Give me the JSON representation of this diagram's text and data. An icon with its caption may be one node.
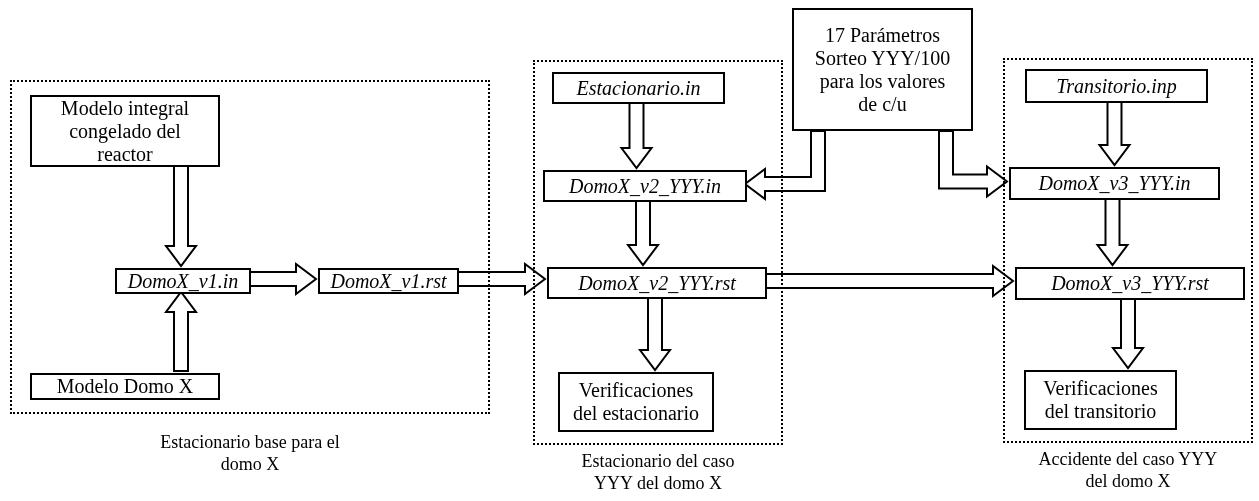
{
  "diagram": {
    "nodes": [
      {
        "text": [
          "Estacionario base para el domo X"
        ]
      },
      {
        "text": [
          "Modelo integral congelado del reactor"
        ],
        "in": 0
      },
      {
        "text": [
          "DomoX_v1.in"
        ],
        "in": 0
      },
      {
        "text": [
          "DomoX_v1.rst"
        ],
        "in": 0
      },
      {
        "text": [
          "Modelo Domo X"
        ],
        "in": 0
      },
      {
        "text": [
          "Estacionario del caso YYY del domo X"
        ]
      },
      {
        "text": [
          "Estacionario.in"
        ],
        "in": 5
      },
      {
        "text": [
          "DomoX_v2_YYY.in"
        ],
        "in": 5
      },
      {
        "text": [
          "DomoX_v2_YYY.rst"
        ],
        "in": 5
      },
      {
        "text": [
          "Verificaciones del estacionario"
        ],
        "in": 5
      },
      {
        "text": [
          "17 Parámetros Sorteo YYY/100 para los valores de c/u"
        ]
      },
      {
        "text": [
          "Accidente del caso YYY del domo X"
        ]
      },
      {
        "text": [
          "Transitorio.inp"
        ],
        "in": 11
      },
      {
        "text": [
          "DomoX_v3_YYY.in"
        ],
        "in": 11
      },
      {
        "text": [
          "DomoX_v3_YYY.rst"
        ],
        "in": 11
      },
      {
        "text": [
          "Verificaciones del transitorio"
        ],
        "in": 11
      }
    ],
    "edges": [
      {
        "from": 1,
        "to": 2,
        "arrow": "to"
      },
      {
        "from": 4,
        "to": 2,
        "arrow": "to"
      },
      {
        "from": 2,
        "to": 3,
        "arrow": "to"
      },
      {
        "from": 3,
        "to": 8,
        "arrow": "to"
      },
      {
        "from": 6,
        "to": 7,
        "arrow": "to"
      },
      {
        "from": 7,
        "to": 8,
        "arrow": "to"
      },
      {
        "from": 8,
        "to": 9,
        "arrow": "to"
      },
      {
        "from": 10,
        "to": 7,
        "arrow": "to"
      },
      {
        "from": 10,
        "to": 13,
        "arrow": "to"
      },
      {
        "from": 8,
        "to": 14,
        "arrow": "to"
      },
      {
        "from": 12,
        "to": 13,
        "arrow": "to"
      },
      {
        "from": 13,
        "to": 14,
        "arrow": "to"
      },
      {
        "from": 14,
        "to": 15,
        "arrow": "to"
      }
    ]
  }
}
